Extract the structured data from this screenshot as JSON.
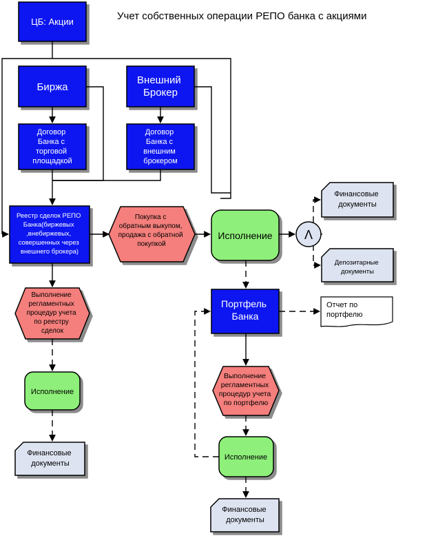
{
  "title": "Учет собственных операции РЕПО банка с акциями",
  "nodes": {
    "cb": [
      "ЦБ: Акции"
    ],
    "birzha": [
      "Биржа"
    ],
    "broker": [
      "Внешний",
      "Брокер"
    ],
    "dog_tp": [
      "Договор",
      "Банка с",
      "торговой",
      "площадкой"
    ],
    "dog_broker": [
      "Договор",
      "Банка с",
      "внешним",
      "брокером"
    ],
    "reestr": [
      "Реестр сделок РЕПО",
      "Банка(биржевых",
      ",внебиржевых,",
      "совершенных через",
      "внешнего брокера)"
    ],
    "pokupka": [
      "Покупка с",
      "обратным выкупом,",
      "продажа с обратной",
      "покупкой"
    ],
    "isp1": [
      "Исполнение"
    ],
    "and_gate": [
      "Λ"
    ],
    "fin1": [
      "Финансовые",
      "документы"
    ],
    "dep": [
      "Депозитарные",
      "документы"
    ],
    "reg1": [
      "Выполнение",
      "регламентных",
      "процедур учета",
      "по реестру",
      "сделок"
    ],
    "portfel": [
      "Портфель",
      "Банка"
    ],
    "otchet": [
      "Отчет по",
      "портфелю"
    ],
    "isp2": [
      "Исполнение"
    ],
    "reg2": [
      "Выполнение",
      "регламентных",
      "процедур учета",
      "по портфелю"
    ],
    "fin2": [
      "Финансовые",
      "документы"
    ],
    "isp3": [
      "Исполнение"
    ],
    "fin3": [
      "Финансовые",
      "документы"
    ]
  },
  "colors": {
    "blue": "#0a14f0",
    "red": "#f47f7c",
    "green": "#8ef07a",
    "doc": "#dde3f0",
    "line": "#000000"
  }
}
